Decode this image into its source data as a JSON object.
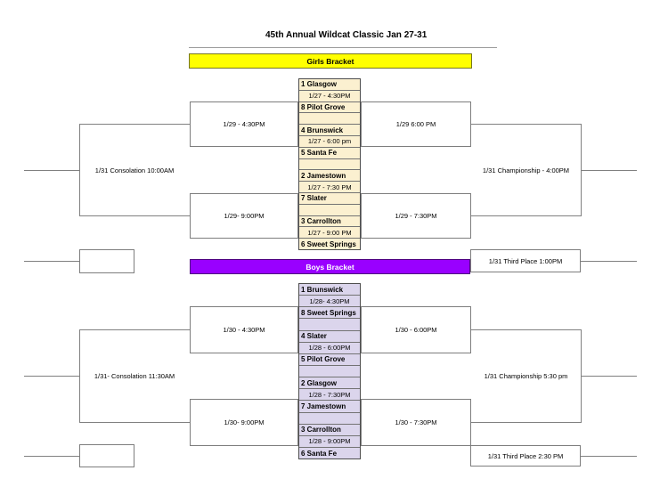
{
  "title": "45th Annual Wildcat Classic Jan 27-31",
  "colors": {
    "girls_banner_bg": "#FFFF00",
    "boys_banner_bg": "#9900FF",
    "girls_column_bg": "#FBF0D0",
    "boys_column_bg": "#DBD5EC",
    "line_gray": "#808080"
  },
  "girls": {
    "banner_label": "Girls Bracket",
    "column": [
      "1 Glasgow",
      "1/27 - 4:30PM",
      "8 Pilot Grove",
      "",
      "4 Brunswick",
      "1/27 - 6:00 pm",
      "5 Santa Fe",
      "",
      "2 Jamestown",
      "1/27 - 7:30 PM",
      "7 Slater",
      "",
      "3 Carrollton",
      "1/27 - 9:00 PM",
      "6 Sweet Springs"
    ],
    "consolation_semi_top": "1/29 - 4:30PM",
    "consolation_semi_bottom": "1/29- 9:00PM",
    "semi_top": "1/29 6:00 PM",
    "semi_bottom": "1/29 - 7:30PM",
    "championship": "1/31 Championship - 4:00PM",
    "consolation": "1/31 Consolation 10:00AM",
    "third_place": "1/31 Third Place 1:00PM"
  },
  "boys": {
    "banner_label": "Boys Bracket",
    "column": [
      "1 Brunswick",
      "1/28- 4:30PM",
      "8 Sweet Springs",
      "",
      "4 Slater",
      "1/28 - 6:00PM",
      "5 Pilot Grove",
      "",
      "2 Glasgow",
      "1/28 - 7:30PM",
      "7 Jamestown",
      "",
      "3 Carrollton",
      "1/28 - 9:00PM",
      "6 Santa Fe"
    ],
    "consolation_semi_top": "1/30 - 4:30PM",
    "consolation_semi_bottom": "1/30- 9:00PM",
    "semi_top": "1/30 - 6:00PM",
    "semi_bottom": "1/30 - 7:30PM",
    "championship": "1/31 Championship 5:30 pm",
    "consolation": "1/31- Consolation 11:30AM",
    "third_place": "1/31 Third Place 2:30 PM"
  }
}
